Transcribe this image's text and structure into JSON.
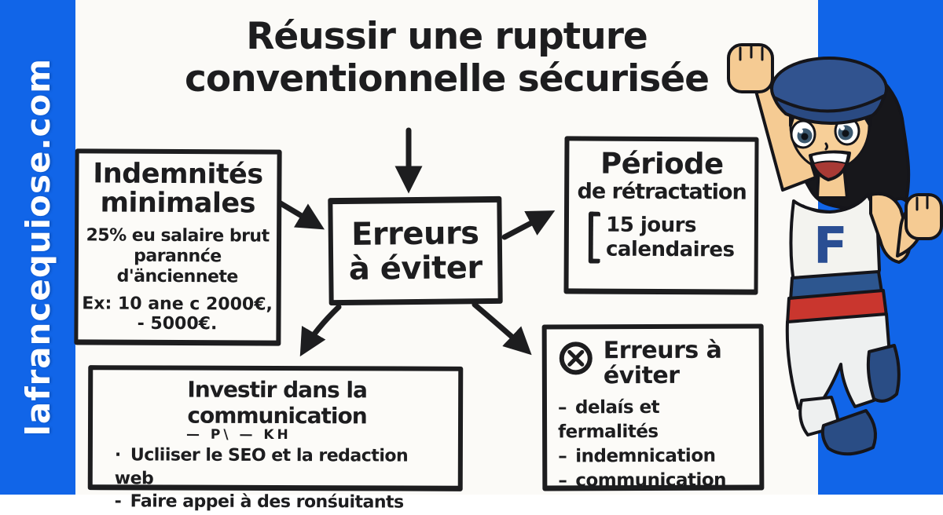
{
  "watermark": "lafrancequiose.com",
  "title": {
    "line1": "Réussir une rupture",
    "line2": "conventionnelle sécurisée"
  },
  "boxes": {
    "indemnites": {
      "heading_line1": "Indemnités",
      "heading_line2": "minimales",
      "body_line1": "25% eu salaire brut",
      "body_line2": "parannće d'änciennete",
      "example_line1": "Ex: 10 ane c 2000€,",
      "example_line2": "- 5000€."
    },
    "erreurs_centre": {
      "line1": "Erreurs",
      "line2": "à éviter"
    },
    "retractation": {
      "heading": "Période",
      "subheading": "de rétractation",
      "detail_line1": "15 jours",
      "detail_line2": "calendaires"
    },
    "communication": {
      "heading": "Investir dans la communication",
      "scribble": "— P\\ — KH",
      "bullet1": "·",
      "item1": "Ucliiser le SEO et la redaction web",
      "bullet2": "-",
      "item2": "Faire appei à des ronśuitants"
    },
    "erreurs_liste": {
      "heading_line1": "Erreurs à",
      "heading_line2": "éviter",
      "dash": "–",
      "items": [
        "delaís et fermalités",
        "indemnication",
        "communication"
      ]
    }
  },
  "mascot": {
    "shirt_letter": "F"
  },
  "colors": {
    "frame_blue": "#1165e8",
    "paper": "#fbfaf7",
    "ink": "#1d1d1f",
    "navy": "#2e508f",
    "red": "#c9362e",
    "skin": "#f5cb93",
    "boot_blue": "#2a4d85"
  }
}
